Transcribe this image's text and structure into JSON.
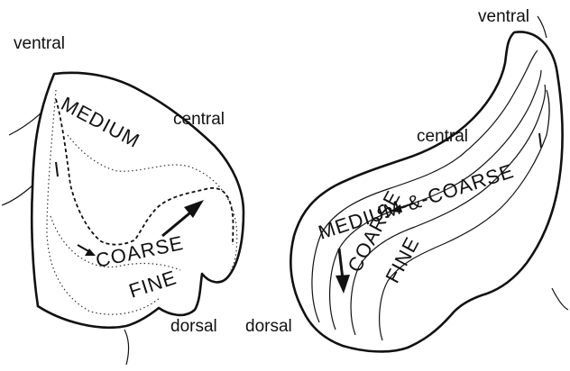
{
  "left_panel": {
    "labels": {
      "ventral": "ventral",
      "central": "central",
      "dorsal": "dorsal"
    },
    "regions": {
      "medium": "MEDIUM",
      "coarse": "COARSE",
      "fine": "FINE"
    }
  },
  "right_panel": {
    "labels": {
      "ventral": "ventral",
      "central": "central",
      "dorsal": "dorsal"
    },
    "regions": {
      "medium_and_coarse": "MEDIUM-&-COARSE",
      "coarse": "COARSE",
      "fine": "FINE"
    }
  }
}
